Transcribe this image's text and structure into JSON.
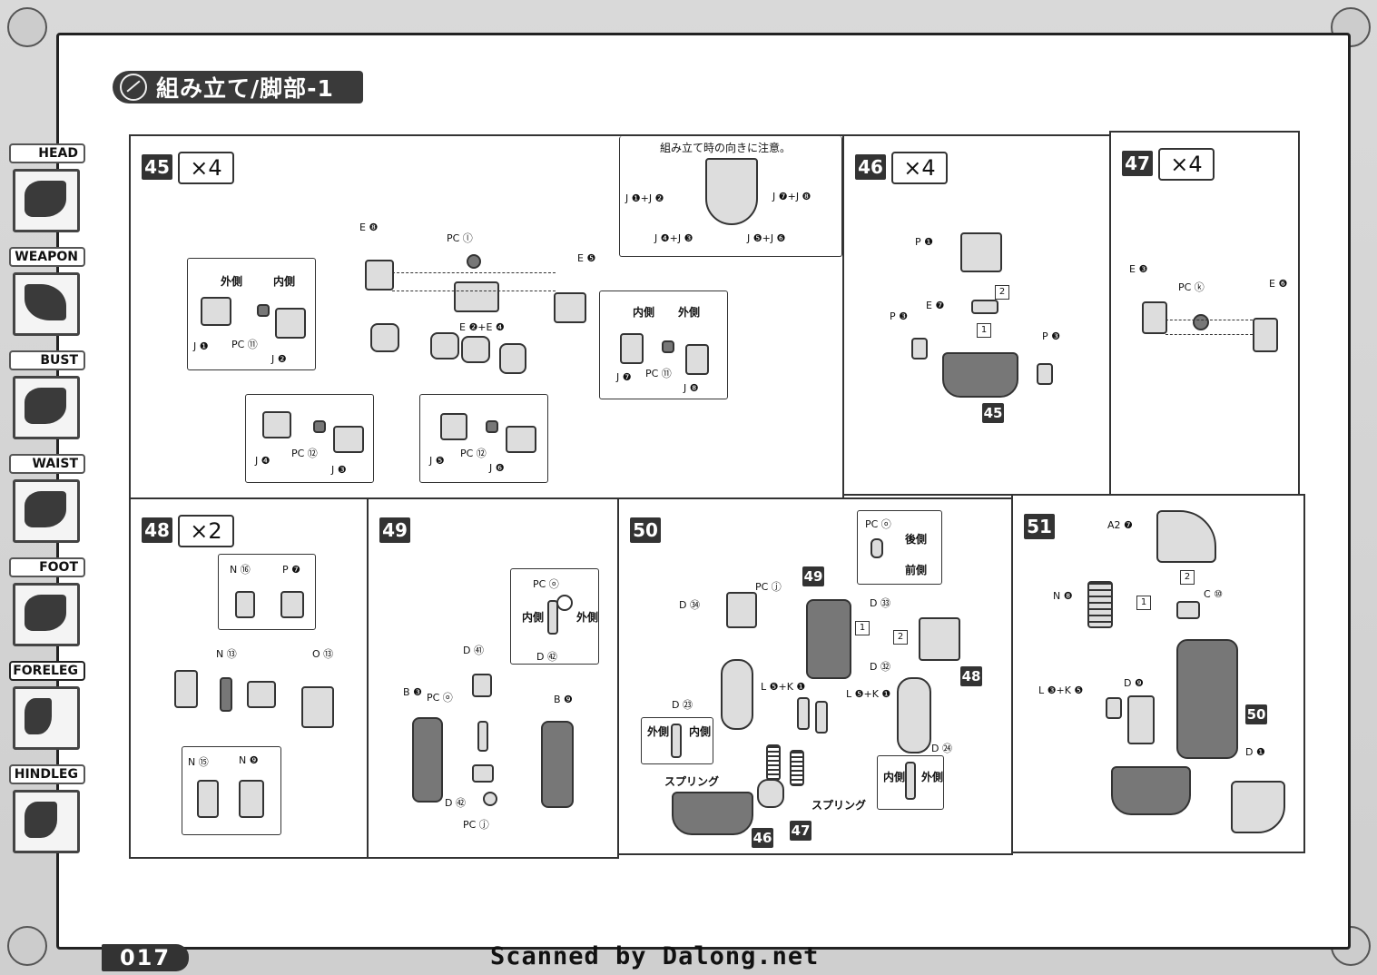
{
  "page": {
    "title": "組み立て/脚部-1",
    "number": "017",
    "watermark": "Scanned by Dalong.net"
  },
  "sidebar": {
    "items": [
      {
        "label": "HEAD"
      },
      {
        "label": "WEAPON"
      },
      {
        "label": "BUST"
      },
      {
        "label": "WAIST"
      },
      {
        "label": "FOOT"
      },
      {
        "label": "FORELEG"
      },
      {
        "label": "HINDLEG"
      }
    ]
  },
  "steps": {
    "s45": {
      "num": "45",
      "mult": "×4",
      "note": "組み立て時の向きに注意。",
      "note_labels": [
        "J ❶+J ❷",
        "J ❼+J ❽",
        "J ❹+J ❸",
        "J ❺+J ❻"
      ],
      "labels": [
        "E ❽",
        "PC ⓛ",
        "E ❺",
        "E ❷+E ❹",
        "J ❶",
        "PC ⑪",
        "J ❷",
        "J ❼",
        "PC ⑪",
        "J ❽",
        "J ❹",
        "PC ⑫",
        "J ❸",
        "J ❺",
        "PC ⑫",
        "J ❻"
      ],
      "side_a": {
        "out": "外側",
        "in": "内側"
      },
      "side_b": {
        "in": "内側",
        "out": "外側"
      }
    },
    "s46": {
      "num": "46",
      "mult": "×4",
      "labels": [
        "P ❶",
        "E ❼",
        "P ❸",
        "P ❸"
      ],
      "seq": [
        "2",
        "1"
      ],
      "ref": "45"
    },
    "s47": {
      "num": "47",
      "mult": "×4",
      "labels": [
        "E ❸",
        "PC ⓚ",
        "E ❻"
      ]
    },
    "s48": {
      "num": "48",
      "mult": "×2",
      "labels": [
        "N ⑯",
        "P ❼",
        "N ⑬",
        "O ⑬",
        "N ⑮",
        "N ❾"
      ]
    },
    "s49": {
      "num": "49",
      "labels": [
        "PC ⓞ",
        "D ㊶",
        "B ❸",
        "PC ⓞ",
        "B ❾",
        "D ㊷",
        "PC ⓙ",
        "D ㊷"
      ],
      "side": {
        "in": "内側",
        "out": "外側"
      }
    },
    "s50": {
      "num": "50",
      "labels": [
        "PC ⓞ",
        "PC ⓙ",
        "D ㉞",
        "D ㉝",
        "D ㉜",
        "D ㉓",
        "L ❺+K ❶",
        "L ❺+K ❶",
        "D ㉔"
      ],
      "orient": {
        "back": "後側",
        "front": "前側"
      },
      "spring": "スプリング",
      "side_a": {
        "out": "外側",
        "in": "内側"
      },
      "side_b": {
        "in": "内側",
        "out": "外側"
      },
      "refs": [
        "49",
        "48",
        "46",
        "47"
      ],
      "seq": [
        "1",
        "2"
      ]
    },
    "s51": {
      "num": "51",
      "labels": [
        "A2 ❼",
        "N ❽",
        "C ⑩",
        "L ❸+K ❺",
        "D ❾",
        "D ❶"
      ],
      "seq": [
        "2",
        "1"
      ],
      "ref": "50"
    }
  }
}
